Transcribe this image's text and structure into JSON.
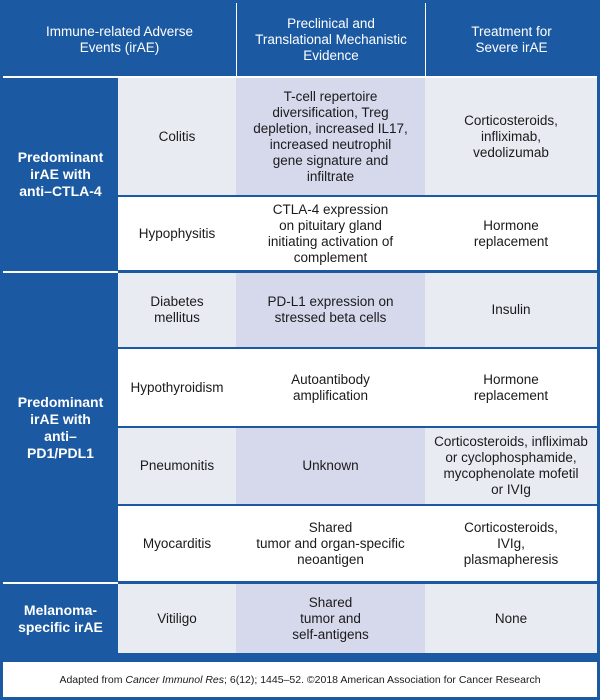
{
  "header": {
    "col1": "Immune-related Adverse\nEvents (irAE)",
    "col3": "Preclinical and\nTranslational Mechanistic\nEvidence",
    "col4": "Treatment for\nSevere irAE"
  },
  "groups": {
    "ctla4": "Predominant\nirAE with\nanti–CTLA-4",
    "pd1": "Predominant\nirAE with\nanti–PD1/PDL1",
    "melanoma": "Melanoma-\nspecific irAE"
  },
  "rows": [
    {
      "event": "Colitis",
      "mechanism": "T-cell repertoire\ndiversification, Treg\ndepletion, increased IL17,\nincreased neutrophil\ngene signature and\ninfiltrate",
      "treatment": "Corticosteroids,\ninfliximab,\nvedolizumab"
    },
    {
      "event": "Hypophysitis",
      "mechanism": "CTLA-4 expression\non pituitary gland\ninitiating activation of\ncomplement",
      "treatment": "Hormone\nreplacement"
    },
    {
      "event": "Diabetes mellitus",
      "mechanism": "PD-L1 expression on\nstressed beta cells",
      "treatment": "Insulin"
    },
    {
      "event": "Hypothyroidism",
      "mechanism": "Autoantibody\namplification",
      "treatment": "Hormone\nreplacement"
    },
    {
      "event": "Pneumonitis",
      "mechanism": "Unknown",
      "treatment": "Corticosteroids, infliximab\nor cyclophosphamide,\nmycophenolate mofetil\nor IVIg"
    },
    {
      "event": "Myocarditis",
      "mechanism": "Shared\ntumor and organ-specific\nneoantigen",
      "treatment": "Corticosteroids,\nIVIg,\nplasmapheresis"
    },
    {
      "event": "Vitiligo",
      "mechanism": "Shared\ntumor and\nself-antigens",
      "treatment": "None"
    }
  ],
  "footer": {
    "prefix": "Adapted from ",
    "journal": "Cancer Immunol Res",
    "suffix": "; 6(12); 1445–52. ©2018 American Association for Cancer Research"
  },
  "colors": {
    "primary": "#1b5aa2",
    "shade": "#e9ebf3",
    "mechanism_shade": "#d6d9ec"
  }
}
